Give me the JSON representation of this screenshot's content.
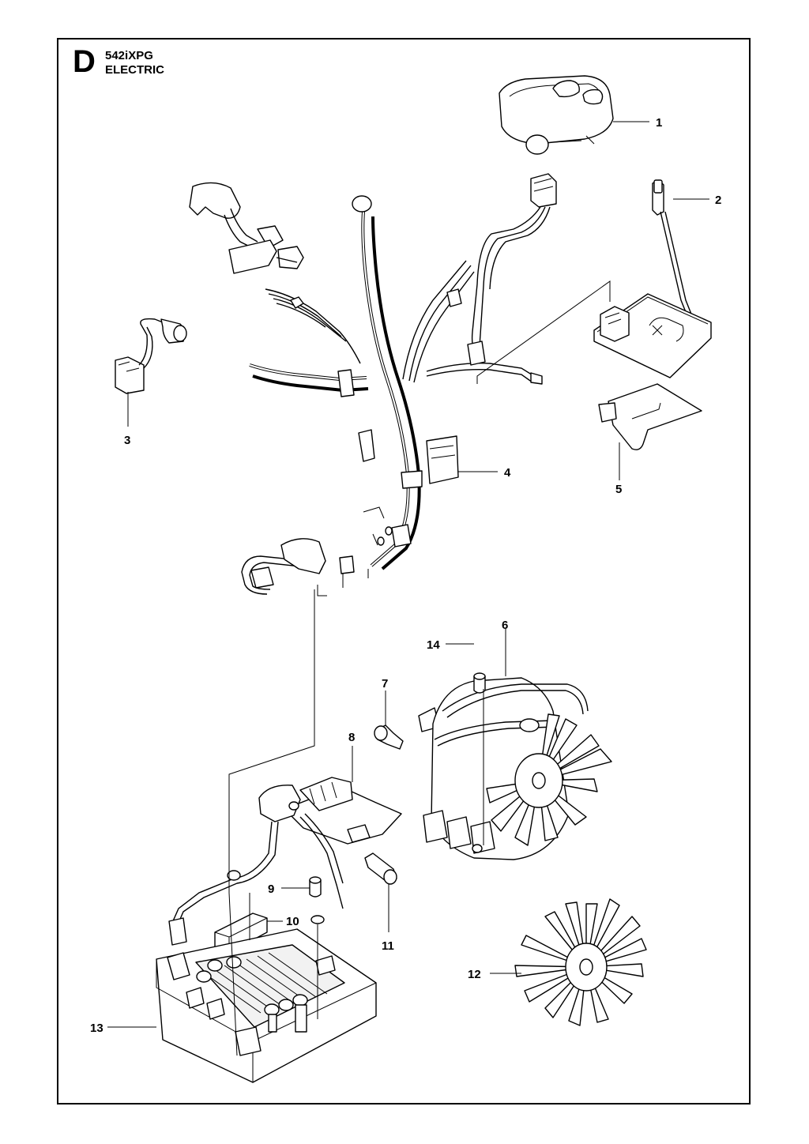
{
  "section": {
    "letter": "D",
    "model": "542iXPG",
    "title": "ELECTRIC"
  },
  "callouts": {
    "c1": "1",
    "c2": "2",
    "c3": "3",
    "c4": "4",
    "c5": "5",
    "c6": "6",
    "c7": "7",
    "c8": "8",
    "c9": "9",
    "c10": "10",
    "c11": "11",
    "c12": "12",
    "c13": "13",
    "c14": "14"
  }
}
